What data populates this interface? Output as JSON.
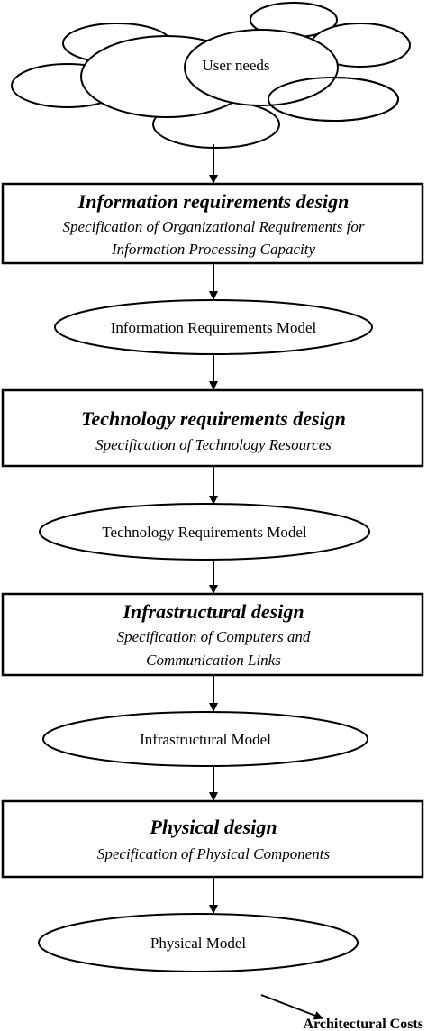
{
  "cloud": {
    "label": "User needs"
  },
  "stages": [
    {
      "title": "Information requirements design",
      "subtitle_lines": [
        "Specification of Organizational Requirements for",
        "Information Processing Capacity"
      ],
      "model": "Information Requirements Model"
    },
    {
      "title": "Technology requirements design",
      "subtitle_lines": [
        "Specification of Technology Resources"
      ],
      "model": "Technology Requirements Model"
    },
    {
      "title": "Infrastructural design",
      "subtitle_lines": [
        "Specification of Computers and",
        "Communication Links"
      ],
      "model": "Infrastructural Model"
    },
    {
      "title": "Physical design",
      "subtitle_lines": [
        "Specification of Physical Components"
      ],
      "model": "Physical Model"
    }
  ],
  "output": {
    "label": "Architectural Costs"
  }
}
